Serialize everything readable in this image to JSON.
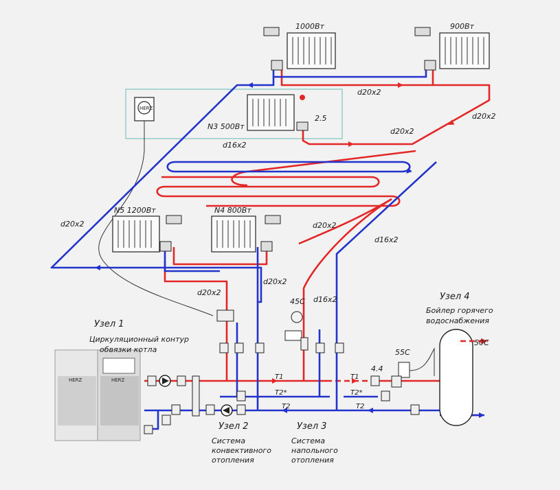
{
  "diagram": {
    "radiators": [
      {
        "id": "r1000",
        "label": "1000Вт"
      },
      {
        "id": "r900",
        "label": "900Вт"
      },
      {
        "id": "r500",
        "label": "N3  500Вт"
      },
      {
        "id": "r1200",
        "label": "N5  1200Вт"
      },
      {
        "id": "r800",
        "label": "N4  800Вт"
      }
    ],
    "pipe_labels": [
      "d20x2",
      "d20x2",
      "d20x2",
      "d16x2",
      "d20x2",
      "d20x2",
      "d16x2",
      "d20x2",
      "d20x2",
      "d16x2"
    ],
    "valve_settings": [
      "2.5",
      "45C",
      "4.4",
      "55C",
      "50C"
    ],
    "line_markers": [
      "T1",
      "T2*",
      "T2",
      "T1",
      "T2*",
      "T2"
    ],
    "thermostat_brand": "HERZ",
    "boiler_brand": "HERZ",
    "nodes": [
      {
        "title": "Узел  1",
        "lines": [
          "Циркуляционный  контур",
          "обвязки  котла"
        ]
      },
      {
        "title": "Узел  2",
        "lines": [
          "Система",
          "конвективного",
          "отопления"
        ]
      },
      {
        "title": "Узел  3",
        "lines": [
          "Система",
          "напольного",
          "отопления"
        ]
      },
      {
        "title": "Узел  4",
        "lines": [
          "Бойлер  горячего",
          "водоснабжения"
        ]
      }
    ]
  }
}
